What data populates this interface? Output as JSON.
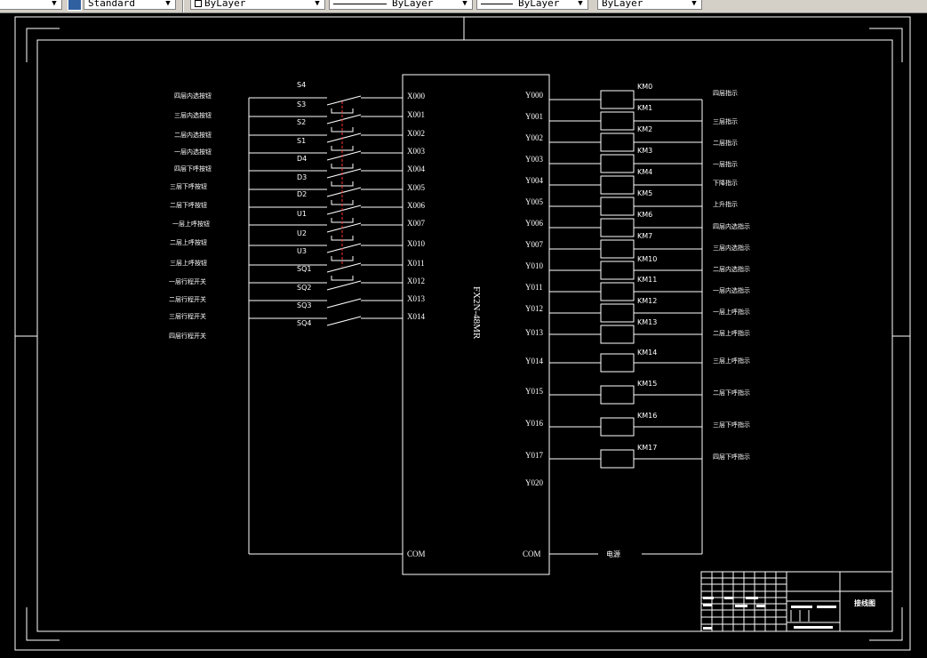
{
  "toolbar": {
    "style_combo": "Standard",
    "layer_combo": "ByLayer",
    "linetype_combo": "ByLayer",
    "lineweight_combo": "ByLayer",
    "plotstyle_combo": "ByLayer"
  },
  "plc": {
    "model": "FX2N-48MR",
    "inputs": [
      "X000",
      "X001",
      "X002",
      "X003",
      "X004",
      "X005",
      "X006",
      "X007",
      "X010",
      "X011",
      "X012",
      "X013",
      "X014"
    ],
    "outputs": [
      "Y000",
      "Y001",
      "Y002",
      "Y003",
      "Y004",
      "Y005",
      "Y006",
      "Y007",
      "Y010",
      "Y011",
      "Y012",
      "Y013",
      "Y014",
      "Y015",
      "Y016",
      "Y017",
      "Y020"
    ],
    "com_left": "COM",
    "com_right": "COM"
  },
  "input_labels": [
    "四层内选按钮",
    "三层内选按钮",
    "二层内选按钮",
    "一层内选按钮",
    "四层下呼按钮",
    "三层下呼按钮",
    "二层下呼按钮",
    "一层上呼按钮",
    "二层上呼按钮",
    "三层上呼按钮",
    "一层行程开关",
    "二层行程开关",
    "三层行程开关",
    "四层行程开关"
  ],
  "switch_labels": [
    "S4",
    "S3",
    "S2",
    "S1",
    "D4",
    "D3",
    "D2",
    "U1",
    "U2",
    "U3",
    "SQ1",
    "SQ2",
    "SQ3",
    "SQ4"
  ],
  "relay_labels": [
    "KM0",
    "KM1",
    "KM2",
    "KM3",
    "KM4",
    "KM5",
    "KM6",
    "KM7",
    "KM10",
    "KM11",
    "KM12",
    "KM13",
    "KM14",
    "KM15",
    "KM16",
    "KM17"
  ],
  "output_labels": [
    "四层指示",
    "三层指示",
    "二层指示",
    "一层指示",
    "下降指示",
    "上升指示",
    "四层内选指示",
    "三层内选指示",
    "二层内选指示",
    "一层内选指示",
    "一层上呼指示",
    "二层上呼指示",
    "三层上呼指示",
    "二层下呼指示",
    "三层下呼指示",
    "四层下呼指示"
  ],
  "power_label": "电源",
  "title_block": {
    "drawing_name": "接线图"
  },
  "colors": {
    "background": "#000000",
    "lines": "#ffffff",
    "dashed_link": "#ff3030",
    "toolbar": "#d4d0c8"
  }
}
